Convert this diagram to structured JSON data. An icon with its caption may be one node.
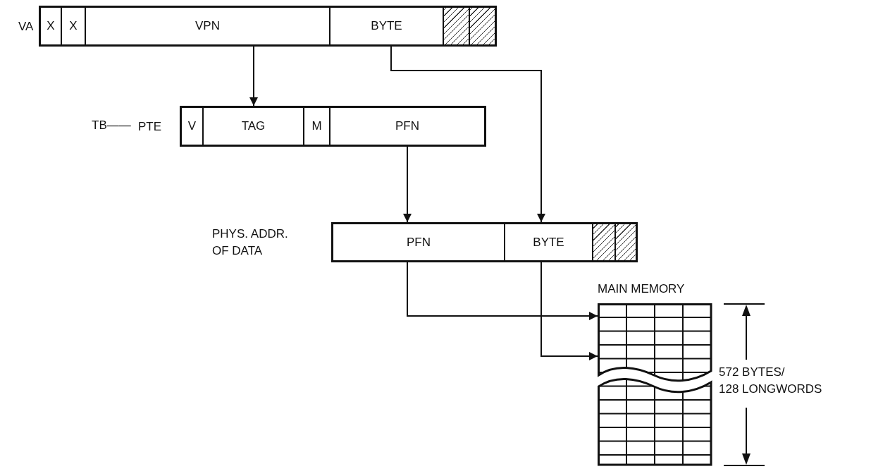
{
  "diagram": {
    "nodes": [
      {
        "text": [
          "VA"
        ]
      },
      {
        "text": [
          "X"
        ],
        "in": 0
      },
      {
        "text": [
          "X"
        ],
        "in": 0
      },
      {
        "text": [
          "VPN"
        ],
        "in": 0
      },
      {
        "text": [
          "BYTE"
        ],
        "in": 0
      },
      {
        "text": [],
        "shape": "box",
        "in": 0
      },
      {
        "text": [],
        "shape": "box",
        "in": 0
      },
      {
        "text": [
          "PTE"
        ]
      },
      {
        "text": [
          "V"
        ],
        "in": 7
      },
      {
        "text": [
          "TAG"
        ],
        "in": 7
      },
      {
        "text": [
          "M"
        ],
        "in": 7
      },
      {
        "text": [
          "PFN"
        ],
        "in": 7
      },
      {
        "text": [
          "PHYS. ADDR. OF DATA"
        ]
      },
      {
        "text": [
          "PFN"
        ],
        "in": 12
      },
      {
        "text": [
          "BYTE"
        ],
        "in": 12
      },
      {
        "text": [],
        "shape": "box",
        "in": 12
      },
      {
        "text": [],
        "shape": "box",
        "in": 12
      },
      {
        "text": [
          "MAIN MEMORY"
        ],
        "beside": [
          "572 BYTES/ 128 LONGWORDS"
        ]
      }
    ],
    "edges": [
      {
        "from": 3,
        "to": 7,
        "arrow": "to"
      },
      {
        "from": 4,
        "to": 14,
        "arrow": "to"
      },
      {
        "from": 11,
        "to": 13,
        "arrow": "to"
      },
      {
        "from": 13,
        "to": 17,
        "arrow": "to"
      },
      {
        "from": 14,
        "to": 17,
        "arrow": "to"
      }
    ],
    "labels": [
      "TB——"
    ]
  }
}
